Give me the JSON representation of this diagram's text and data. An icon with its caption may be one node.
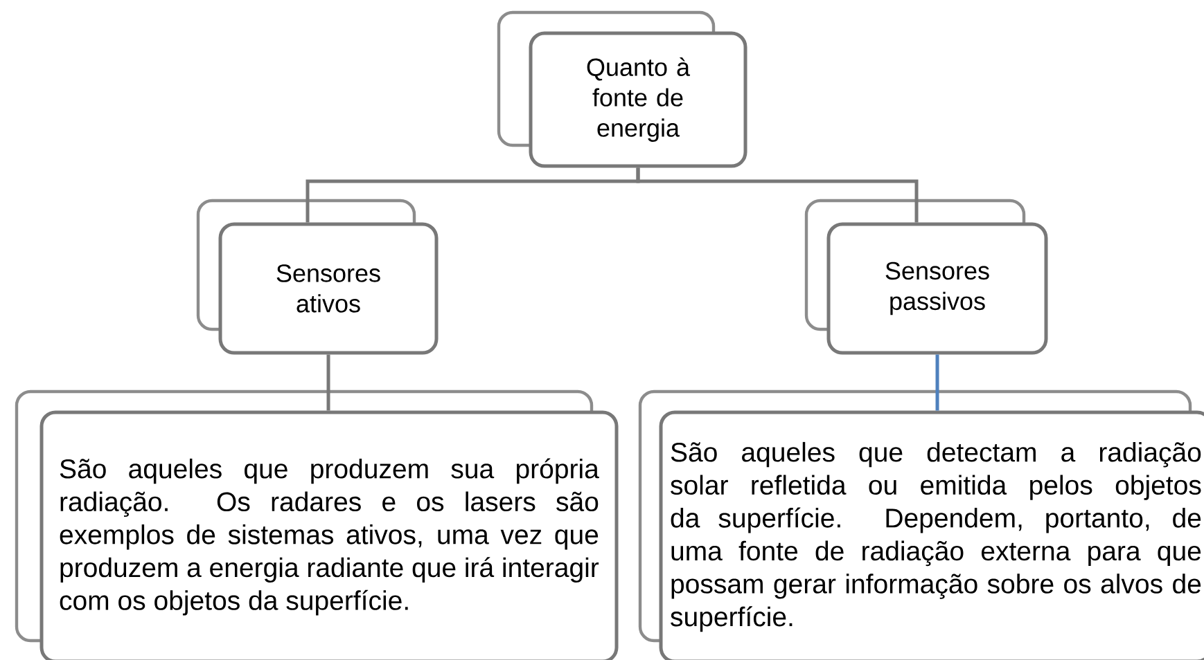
{
  "diagram": {
    "nodes": [
      {
        "text": [
          "Quanto à fonte de energia"
        ]
      },
      {
        "text": [
          "Sensores ativos"
        ]
      },
      {
        "text": [
          "Sensores passivos"
        ]
      },
      {
        "text": [
          "São aqueles que produzem sua própria radiação. Os radares e os lasers são exemplos de sistemas ativos, uma vez que produzem a energia radiante que irá interagir com os objetos da superfície."
        ]
      },
      {
        "text": [
          "São aqueles que detectam a radiação solar refletida ou emitida pelos objetos da superfície. Dependem, portanto, de uma fonte de radiação externa para que possam gerar informação sobre os alvos de superfície."
        ]
      }
    ],
    "edges": [
      {
        "from": 0,
        "to": 1,
        "arrow": "none"
      },
      {
        "from": 0,
        "to": 2,
        "arrow": "none"
      },
      {
        "from": 1,
        "to": 3,
        "arrow": "none"
      },
      {
        "from": 2,
        "to": 4,
        "arrow": "none",
        "color": "#4f81bd"
      }
    ]
  }
}
